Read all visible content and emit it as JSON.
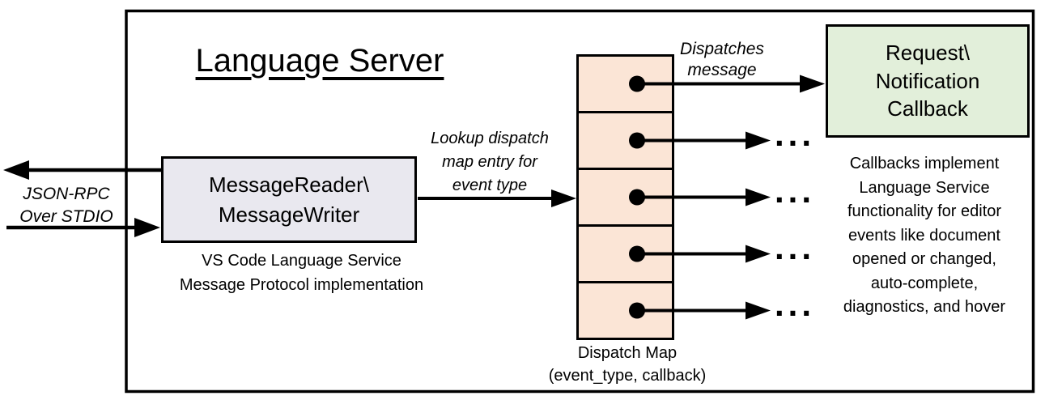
{
  "diagram": {
    "title": "Language Server",
    "io_label": "JSON-RPC\nOver STDIO",
    "message_box": {
      "line1": "MessageReader\\",
      "line2": "MessageWriter",
      "caption": "VS Code Language Service\nMessage Protocol implementation"
    },
    "lookup_label": "Lookup dispatch\nmap entry for\nevent type",
    "dispatches_label": "Dispatches\nmessage",
    "callback_box": {
      "line1": "Request\\",
      "line2": "Notification",
      "line3": "Callback"
    },
    "callbacks_note": "Callbacks implement\nLanguage Service\nfunctionality for editor\nevents like document\nopened or changed,\nauto-complete,\ndiagnostics, and hover",
    "dispatch_map": {
      "cell_count": 5,
      "caption": "Dispatch Map\n(event_type, callback)"
    },
    "ellipsis": "...",
    "colors": {
      "message_box_fill": "#e9e8ef",
      "dispatch_cell_fill": "#fbe5d6",
      "callback_box_fill": "#e2efda",
      "stroke": "#000000",
      "background": "#ffffff"
    }
  }
}
